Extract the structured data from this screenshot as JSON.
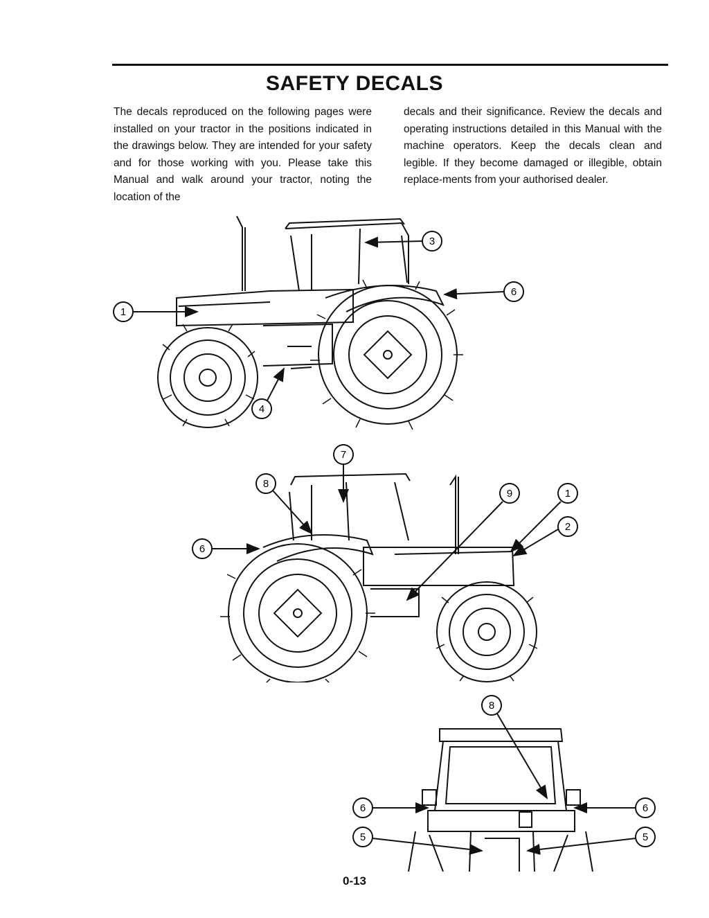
{
  "header": {
    "title": "SAFETY DECALS"
  },
  "intro": {
    "left": "The decals reproduced on the following pages were installed on your tractor in the positions indicated in the drawings below. They are intended for your safety and for those working with you. Please take this Manual and walk around your tractor, noting the location of the",
    "right": "decals and their significance. Review the decals and operating instructions detailed in this Manual with the machine operators. Keep the decals clean and legible. If they become damaged or illegible, obtain replace-ments from your authorised dealer."
  },
  "figures": {
    "left_side": {
      "callouts": [
        "1",
        "3",
        "4",
        "6"
      ]
    },
    "right_side": {
      "callouts": [
        "7",
        "8",
        "9",
        "1",
        "2",
        "6"
      ]
    },
    "rear": {
      "callouts": [
        "8",
        "6",
        "5",
        "6",
        "5"
      ]
    }
  },
  "footer": {
    "page_number": "0-13"
  }
}
